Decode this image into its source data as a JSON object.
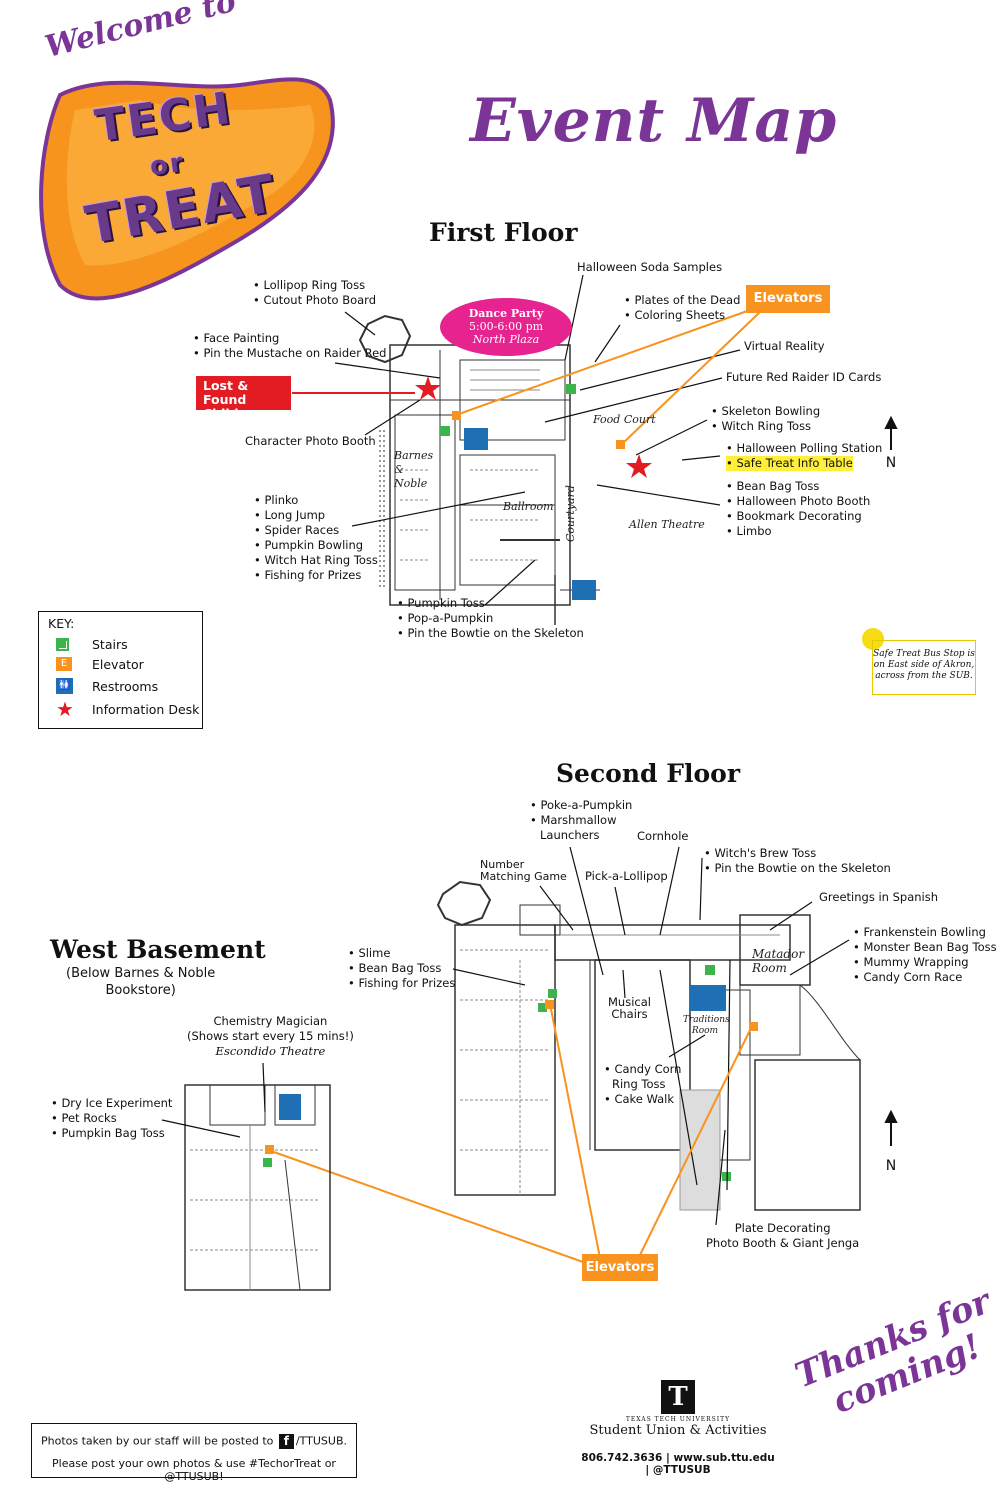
{
  "header": {
    "welcome": "Welcome to",
    "logo_line1": "TECH",
    "logo_line2": "or",
    "logo_line3": "TREAT",
    "title": "Event Map"
  },
  "first_floor": {
    "title": "First Floor",
    "dance_party": {
      "title": "Dance Party",
      "time": "5:00-6:00 pm",
      "place": "North Plaza"
    },
    "elevators_label": "Elevators",
    "lost_found": [
      "Lost & Found",
      "Children"
    ],
    "rooms": {
      "barnes": "Barnes & Noble",
      "food_court": "Food Court",
      "ballroom": "Ballroom",
      "courtyard": "Courtyard",
      "allen": "Allen Theatre"
    },
    "labels": {
      "soda": "Halloween Soda Samples",
      "lollipop": [
        "• Lollipop Ring Toss",
        "• Cutout Photo Board"
      ],
      "plates": [
        "• Plates of the Dead",
        "• Coloring Sheets"
      ],
      "face": [
        "• Face Painting",
        "• Pin the Mustache on Raider Red"
      ],
      "vr": "Virtual Reality",
      "future_id": "Future Red Raider ID Cards",
      "skeleton": [
        "• Skeleton Bowling",
        "• Witch Ring Toss"
      ],
      "polling": "• Halloween Polling Station",
      "safe_treat": "• Safe Treat Info Table",
      "character": "Character Photo Booth",
      "bean_bag": [
        "• Bean Bag Toss",
        "• Halloween Photo Booth",
        "• Bookmark Decorating",
        "• Limbo"
      ],
      "plinko": [
        "• Plinko",
        "• Long Jump",
        "• Spider Races",
        "• Pumpkin Bowling",
        "• Witch Hat Ring Toss",
        "• Fishing for Prizes"
      ],
      "pumpkin_toss": [
        "• Pumpkin Toss",
        "• Pop-a-Pumpkin",
        "• Pin the Bowtie on the Skeleton"
      ]
    },
    "north": "N"
  },
  "key": {
    "title": "KEY:",
    "items": [
      {
        "label": "Stairs",
        "icon": "stairs-icon"
      },
      {
        "label": "Elevator",
        "icon": "elevator-icon",
        "glyph": "E"
      },
      {
        "label": "Restrooms",
        "icon": "restroom-icon"
      },
      {
        "label": "Information Desk",
        "icon": "star-icon"
      }
    ]
  },
  "bus_stop": "Safe Treat Bus Stop is on East side of Akron, across from the SUB.",
  "second_floor": {
    "title": "Second Floor",
    "rooms": {
      "matador": "Matador Room",
      "traditions": "Traditions Room"
    },
    "labels": {
      "poke": [
        "• Poke-a-Pumpkin",
        "• Marshmallow",
        "Launchers"
      ],
      "cornhole": "Cornhole",
      "witch_brew": [
        "• Witch's Brew Toss",
        "• Pin the Bowtie on the Skeleton"
      ],
      "number": [
        "Number",
        "Matching Game"
      ],
      "pick": "Pick-a-Lollipop",
      "greetings": "Greetings in Spanish",
      "frank": [
        "• Frankenstein Bowling",
        "• Monster Bean Bag Toss",
        "• Mummy Wrapping",
        "• Candy Corn Race"
      ],
      "slime": [
        "• Slime",
        "• Bean Bag Toss",
        "• Fishing for Prizes"
      ],
      "musical": [
        "Musical",
        "Chairs"
      ],
      "candy_corn": [
        "• Candy Corn",
        "Ring Toss",
        "• Cake Walk"
      ],
      "plate": [
        "Plate Decorating",
        "Photo Booth & Giant Jenga"
      ]
    },
    "elevators_label": "Elevators",
    "north": "N"
  },
  "west_basement": {
    "title": "West Basement",
    "subtitle": [
      "(Below Barnes & Noble",
      "Bookstore)"
    ],
    "chemistry": [
      "Chemistry Magician",
      "(Shows start every 15 mins!)",
      "Escondido Theatre"
    ],
    "dry_ice": [
      "• Dry Ice Experiment",
      "• Pet Rocks",
      "• Pumpkin Bag Toss"
    ]
  },
  "footer": {
    "photos_pre": "Photos taken by our staff will be posted to",
    "photos_post": "/TTUSUB.",
    "post_line": "Please post your own  photos & use #TechorTreat or @TTUSUB!",
    "ttu_univ": "TEXAS TECH UNIVERSITY",
    "ttu_name": "Student Union & Activities",
    "contact": "806.742.3636  |  www.sub.ttu.edu  |  @TTUSUB",
    "thanks": [
      "Thanks for",
      "coming!"
    ]
  },
  "colors": {
    "purple": "#7a3596",
    "orange": "#f7931e",
    "pink": "#e6238f",
    "red": "#e31b23",
    "green": "#3cb44b",
    "blue": "#1f6fb5"
  }
}
